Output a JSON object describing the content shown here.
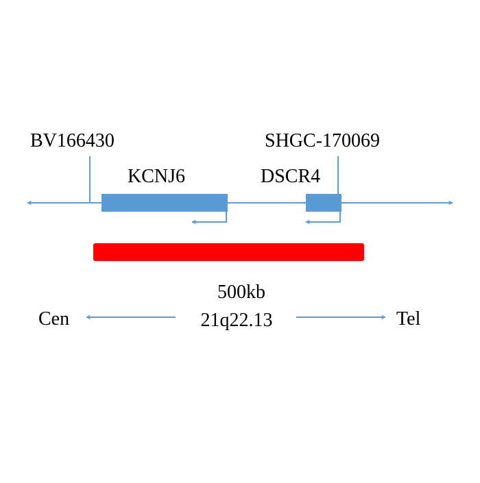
{
  "markers": {
    "left": "BV166430",
    "right": "SHGC-170069"
  },
  "genes": [
    {
      "name": "KCNJ6",
      "strand": "minus"
    },
    {
      "name": "DSCR4",
      "strand": "minus"
    }
  ],
  "region": {
    "size_label": "500kb",
    "band_label": "21q22.13"
  },
  "orientation": {
    "left_label": "Cen",
    "right_label": "Tel"
  },
  "colors": {
    "line": "#5b9bd5",
    "gene": "#5b9bd5",
    "region_bar": "#ff0000",
    "text": "#000000",
    "background": "#ffffff"
  }
}
